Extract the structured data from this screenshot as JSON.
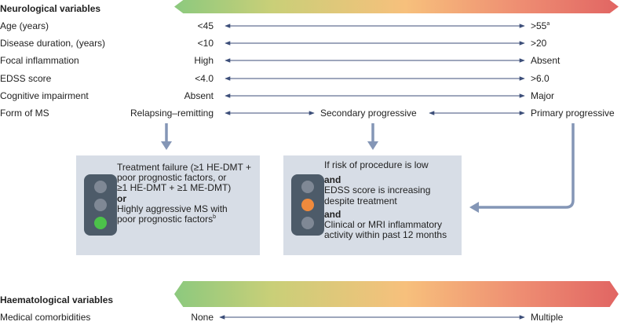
{
  "neuro": {
    "heading": "Neurological variables",
    "rows": [
      {
        "label": "Age (years)",
        "left": "<45",
        "right": ">55",
        "right_sup": "a"
      },
      {
        "label": "Disease duration, (years)",
        "left": "<10",
        "right": ">20"
      },
      {
        "label": "Focal inflammation",
        "left": "High",
        "right": "Absent"
      },
      {
        "label": "EDSS score",
        "left": "<4.0",
        "right": ">6.0"
      },
      {
        "label": "Cognitive impairment",
        "left": "Absent",
        "right": "Major"
      }
    ],
    "form": {
      "label": "Form of MS",
      "left": "Relapsing–remitting",
      "middle": "Secondary progressive",
      "right": "Primary progressive"
    }
  },
  "box_left": {
    "line1": "Treatment failure (≥1 HE-DMT +",
    "line2": "poor prognostic factors, or",
    "line3": "≥1 HE-DMT + ≥1 ME-DMT)",
    "or": "or",
    "line4": "Highly aggressive MS with",
    "line5": "poor prognostic factors",
    "line5_sup": "b",
    "lit_lamp": "green",
    "lit_color": "#4cc24a"
  },
  "box_right": {
    "line1": "If risk of procedure is low",
    "and1": "and",
    "line2": "EDSS score is increasing",
    "line3": "despite treatment",
    "and2": "and",
    "line4": "Clinical or MRI inflammatory",
    "line5": "activity within past 12 months",
    "lit_lamp": "orange",
    "lit_color": "#f08a3c"
  },
  "haem": {
    "heading": "Haematological variables",
    "rows": [
      {
        "label": "Medical comorbidities",
        "left": "None",
        "right": "Multiple"
      }
    ]
  },
  "colors": {
    "arrow": "#3c4e79",
    "connector": "#8496b6",
    "box_bg": "#d7dde6",
    "light_body": "#4d5b69",
    "lamp_off": "#7f8895"
  }
}
